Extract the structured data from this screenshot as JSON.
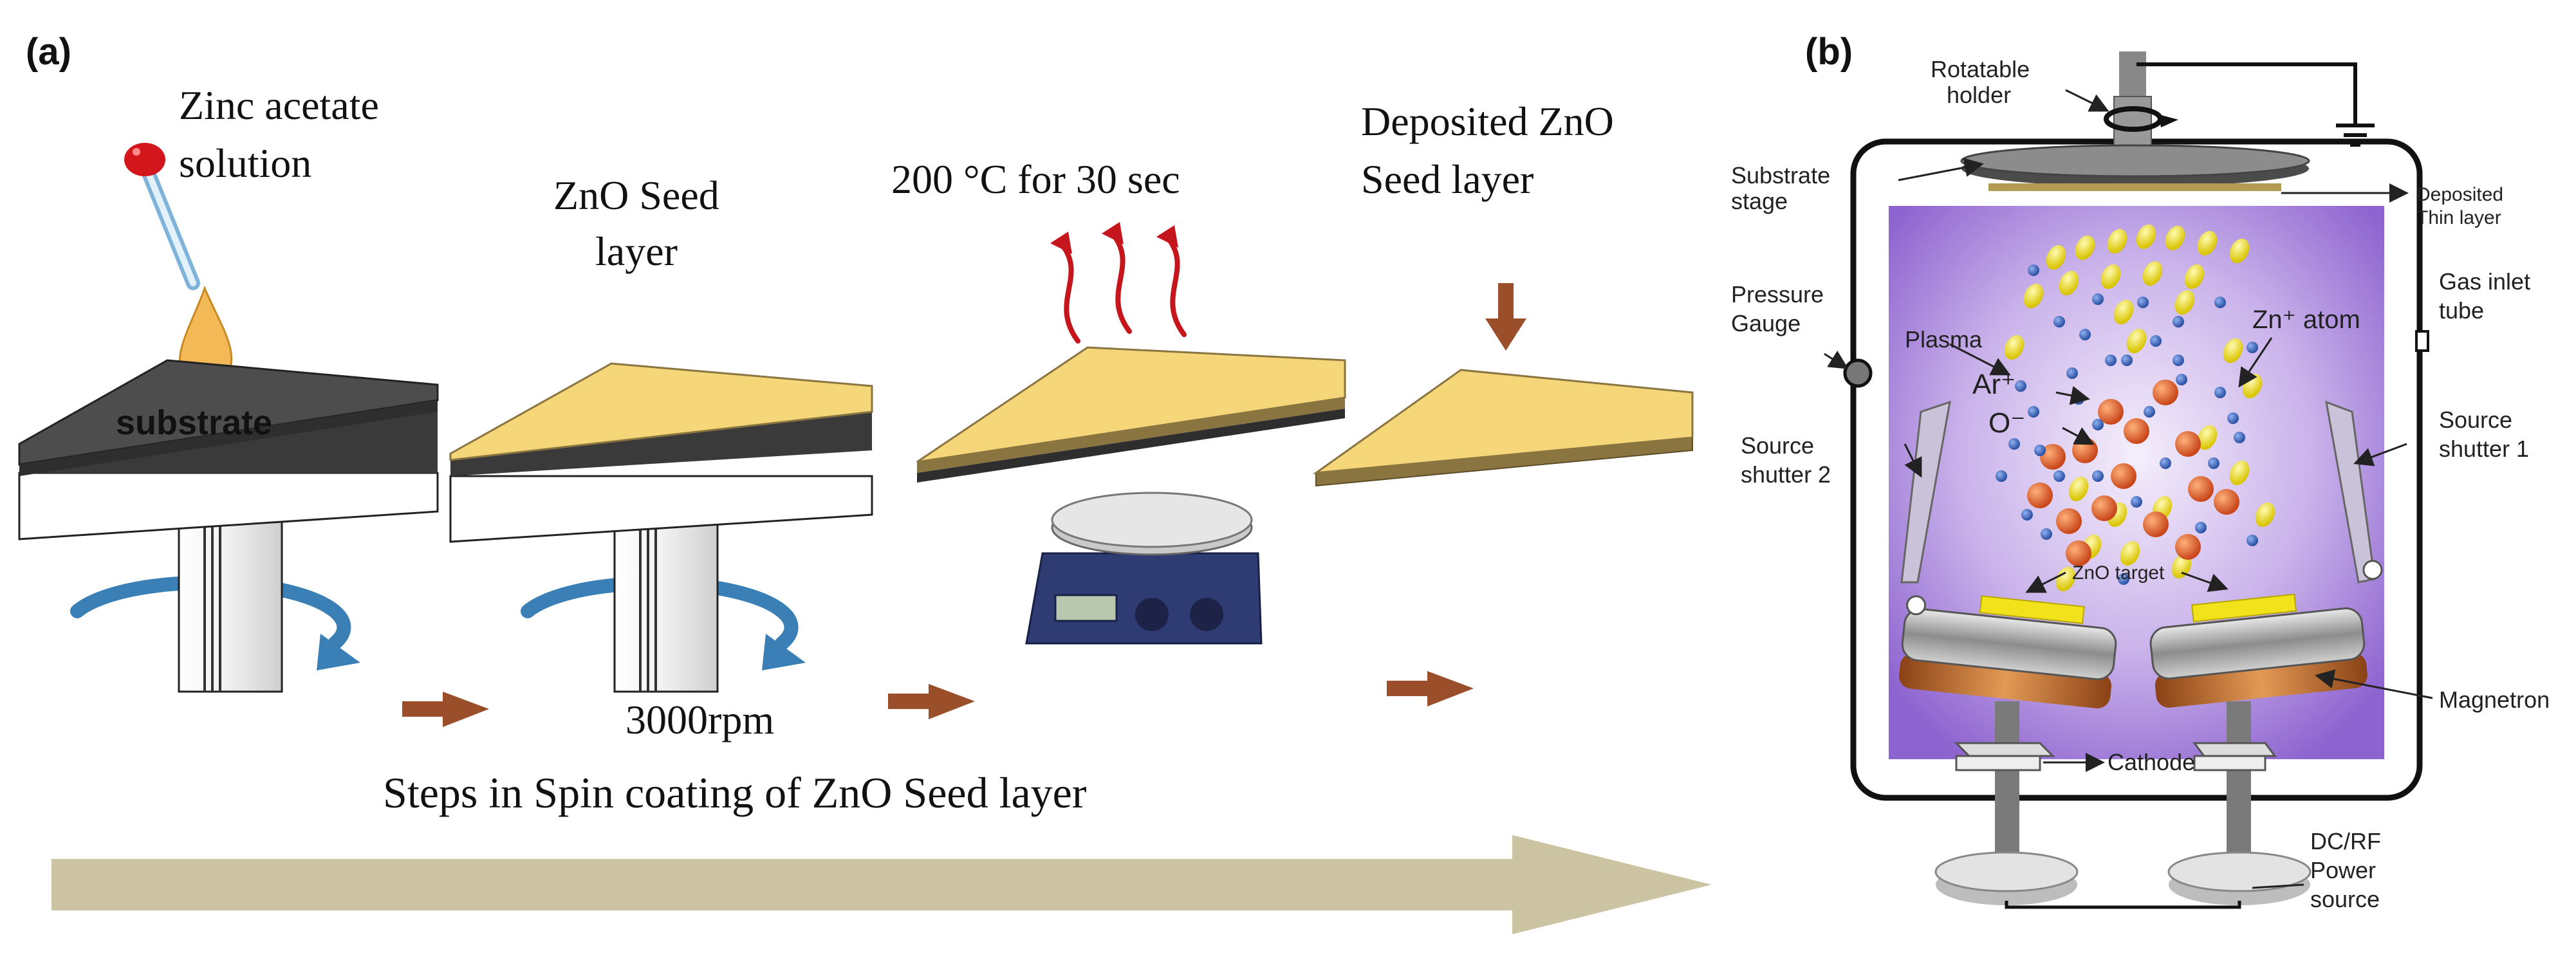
{
  "colors": {
    "seed": "#f5d77a",
    "seed_edge": "#8a7440",
    "substrate_top": "#4a4a4a",
    "arrow_brown": "#9a4f2a",
    "heat_red": "#c4161c",
    "rotation_blue": "#3a7fb5",
    "big_arrow": "#cbc3a2",
    "plasma": "#a07ad8",
    "zn_atom": "#f2e21b",
    "o_ion": "#e0612a",
    "ar_ion": "#3b68c2",
    "copper": "#c8702a"
  },
  "panel_a": {
    "label": "(a)",
    "zinc_acetate_line1": "Zinc acetate",
    "zinc_acetate_line2": "solution",
    "substrate": "substrate",
    "seed_layer_line1": "ZnO Seed",
    "seed_layer_line2": "layer",
    "anneal": "200 °C for 30 sec",
    "deposited_line1": "Deposited ZnO",
    "deposited_line2": "Seed layer",
    "rpm": "3000rpm",
    "caption": "Steps in Spin coating of ZnO Seed layer"
  },
  "panel_b": {
    "label": "(b)",
    "rotatable_line1": "Rotatable",
    "rotatable_line2": "holder",
    "substrate_stage_line1": "Substrate",
    "substrate_stage_line2": "stage",
    "deposited_line1": "Deposited",
    "deposited_line2": "Thin layer",
    "gas_inlet_line1": "Gas inlet",
    "gas_inlet_line2": "tube",
    "pressure_line1": "Pressure",
    "pressure_line2": "Gauge",
    "plasma": "Plasma",
    "zn_atom": "Zn⁺ atom",
    "ar_ion": "Ar⁺",
    "o_ion": "O⁻",
    "shutter2_line1": "Source",
    "shutter2_line2": "shutter 2",
    "shutter1_line1": "Source",
    "shutter1_line2": "shutter 1",
    "target": "ZnO target",
    "magnetron": "Magnetron",
    "cathode": "Cathode",
    "power_line1": "DC/RF",
    "power_line2": "Power",
    "power_line3": "source"
  }
}
